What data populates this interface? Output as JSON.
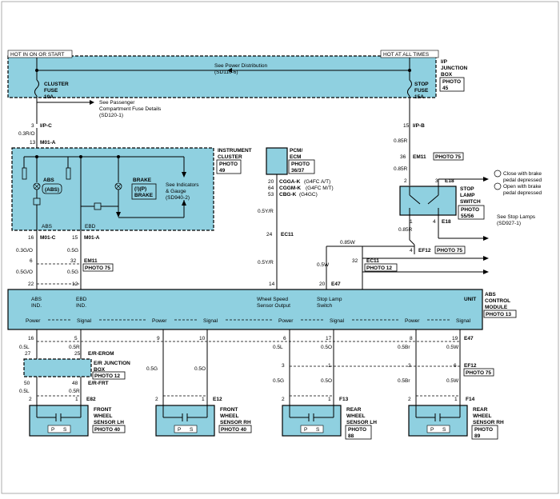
{
  "top": {
    "hot_in_on_start": "HOT IN ON OR START",
    "hot_at_all_times": "HOT AT ALL TIMES",
    "ip_junction_box": [
      "I/P",
      "JUNCTION",
      "BOX"
    ],
    "ip_photo": [
      "PHOTO",
      "45"
    ],
    "see_power_dist": [
      "See Power Distribution",
      "(SD110-6)"
    ],
    "cluster_fuse": [
      "CLUSTER",
      "FUSE",
      "10A"
    ],
    "see_passenger": [
      "See Passenger",
      "Compartment Fuse Details",
      "(SD120-1)"
    ],
    "stop_fuse": [
      "STOP",
      "FUSE",
      "15A"
    ]
  },
  "wires": {
    "l3": "3",
    "ipc": "I/P-C",
    "l03ro": "0.3R/O",
    "l13": "13",
    "m01a_top": "M01-A",
    "l15": "15",
    "ipb": "I/P-B",
    "l085r": "0.85R",
    "l36": "36",
    "em11_top": "EM11",
    "photo75": "PHOTO 75",
    "l085r2": "0.85R"
  },
  "cluster": {
    "title": [
      "INSTRUMENT",
      "CLUSTER"
    ],
    "photo": [
      "PHOTO",
      "49"
    ],
    "abs_lbl": "ABS",
    "abs_icon": "(ABS)",
    "brake_lbl": "BRAKE",
    "brake_icon": "(!)(P)",
    "brake_icon2": "BRAKE",
    "see_indic": [
      "See Indicators",
      "& Gauge",
      "(SD940-2)"
    ],
    "abs_pin": "ABS",
    "ebd_pin": "EBD",
    "p16": "16",
    "m01c": "M01-C",
    "p15": "15",
    "m01a": "M01-A",
    "g03": "0.3G/O",
    "g05": "0.5G",
    "p6": "6",
    "p32": "32",
    "em11": "EM11",
    "ph75": "PHOTO 75",
    "g05o": "0.5G/O",
    "g05b": "0.5G",
    "p22": "22",
    "p12": "12"
  },
  "pcm": {
    "title": [
      "PCM/",
      "ECM"
    ],
    "photo": [
      "PHOTO",
      "36/37"
    ],
    "pins": [
      {
        "num": "20",
        "conn": "CGGA-K",
        "note": "(G4FC A/T)"
      },
      {
        "num": "64",
        "conn": "CGGM-K",
        "note": "(G4FC M/T)"
      },
      {
        "num": "53",
        "conn": "CBG-K",
        "note": "(G4GC)"
      }
    ],
    "w05yr": "0.5Y/R",
    "p24": "24",
    "ec11": "EC11",
    "w05yr2": "0.5Y/R",
    "p14": "14"
  },
  "stoplamp": {
    "legend_a": [
      "Close with brake",
      "pedal depressed"
    ],
    "legend_b": [
      "Open with brake",
      "pedal depressed"
    ],
    "e18": "E18",
    "p2": "2",
    "p3": "3",
    "title": [
      "STOP",
      "LAMP",
      "SWITCH"
    ],
    "photo": [
      "PHOTO",
      "55/56"
    ],
    "p1": "1",
    "p4": "4",
    "e18b": "E18",
    "see_stop": [
      "See Stop Lamps",
      "(SD927-1)"
    ],
    "w085r": "0.85R",
    "w085w": "0.85W",
    "p4b": "4",
    "ef12": "EF12",
    "ph75": "PHOTO 75",
    "p32": "32",
    "ec11": "EC11",
    "ph12": "PHOTO 12",
    "w05w": "0.5W",
    "p20": "20",
    "e47": "E47"
  },
  "abs": {
    "title": [
      "ABS",
      "CONTROL",
      "MODULE"
    ],
    "photo": "PHOTO 13",
    "unit": "UNIT",
    "abs_ind": [
      "ABS",
      "IND."
    ],
    "ebd_ind": [
      "EBD",
      "IND."
    ],
    "wss": [
      "Wheel Speed",
      "Sensor Output"
    ],
    "sls": [
      "Stop Lamp",
      "Switch"
    ],
    "power": "Power",
    "signal": "Signal"
  },
  "lower": {
    "pins_top": [
      "16",
      "5",
      "9",
      "10",
      "6",
      "17",
      "8",
      "19"
    ],
    "e47": "E47",
    "wires1": [
      "0.5L",
      "0.5R",
      "0.5G",
      "0.5O",
      "0.5L",
      "0.5O",
      "0.5Br",
      "0.5W"
    ],
    "p27": "27",
    "p25": "25",
    "erom": "E/R-EROM",
    "er_box": [
      "E/R JUNCTION",
      "BOX"
    ],
    "er_photo": "PHOTO 12",
    "p50": "50",
    "p48": "48",
    "erfrt": "E/R-FRT",
    "wires2": [
      "0.5L",
      "0.5R"
    ],
    "p3a": "3",
    "p1a": "1",
    "p3b": "3",
    "p2b": "2",
    "p6b": "6",
    "ef12": "EF12",
    "ph75": "PHOTO 75",
    "wires3": [
      "0.5G",
      "0.5O",
      "0.5Br",
      "0.5W"
    ],
    "p2": "2",
    "p1": "1",
    "conns": [
      "E82",
      "E12",
      "F13",
      "F14"
    ],
    "sensors": [
      {
        "name": [
          "FRONT",
          "WHEEL",
          "SENSOR LH"
        ],
        "photo": "PHOTO 40"
      },
      {
        "name": [
          "FRONT",
          "WHEEL",
          "SENSOR RH"
        ],
        "photo": "PHOTO 40"
      },
      {
        "name": [
          "REAR",
          "WHEEL",
          "SENSOR LH"
        ],
        "photo": [
          "PHOTO",
          "88"
        ]
      },
      {
        "name": [
          "REAR",
          "WHEEL",
          "SENSOR RH"
        ],
        "photo": [
          "PHOTO",
          "89"
        ]
      }
    ],
    "ps": [
      "P",
      "S"
    ]
  }
}
